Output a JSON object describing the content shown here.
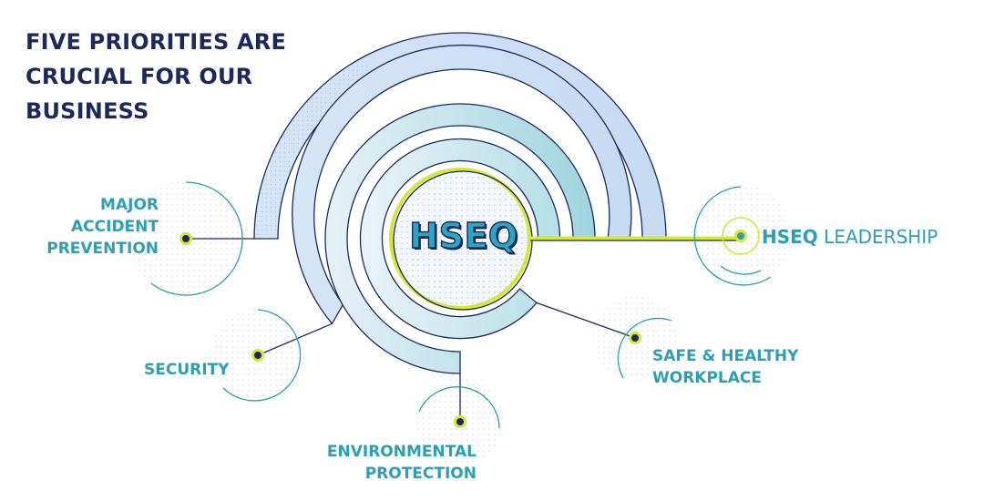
{
  "title": {
    "lines": [
      "FIVE PRIORITIES ARE",
      "CRUCIAL FOR OUR",
      "BUSINESS"
    ]
  },
  "center": {
    "label": "HSEQ"
  },
  "priorities": {
    "major_accident": {
      "lines": [
        "MAJOR",
        "ACCIDENT",
        "PREVENTION"
      ]
    },
    "security": {
      "lines": [
        "SECURITY"
      ]
    },
    "environmental": {
      "lines": [
        "ENVIRONMENTAL",
        "PROTECTION"
      ]
    },
    "safe_healthy": {
      "lines": [
        "SAFE & HEALTHY",
        "WORKPLACE"
      ]
    },
    "leadership": {
      "bold": "HSEQ",
      "light": " LEADERSHIP"
    }
  },
  "colors": {
    "navy": "#1a2a5e",
    "teal": "#2a9fb5",
    "lime": "#d4e835",
    "band_light": "#dbe8f6",
    "band_mid": "#c8dcf2",
    "band_teal": "#a9dae4"
  }
}
